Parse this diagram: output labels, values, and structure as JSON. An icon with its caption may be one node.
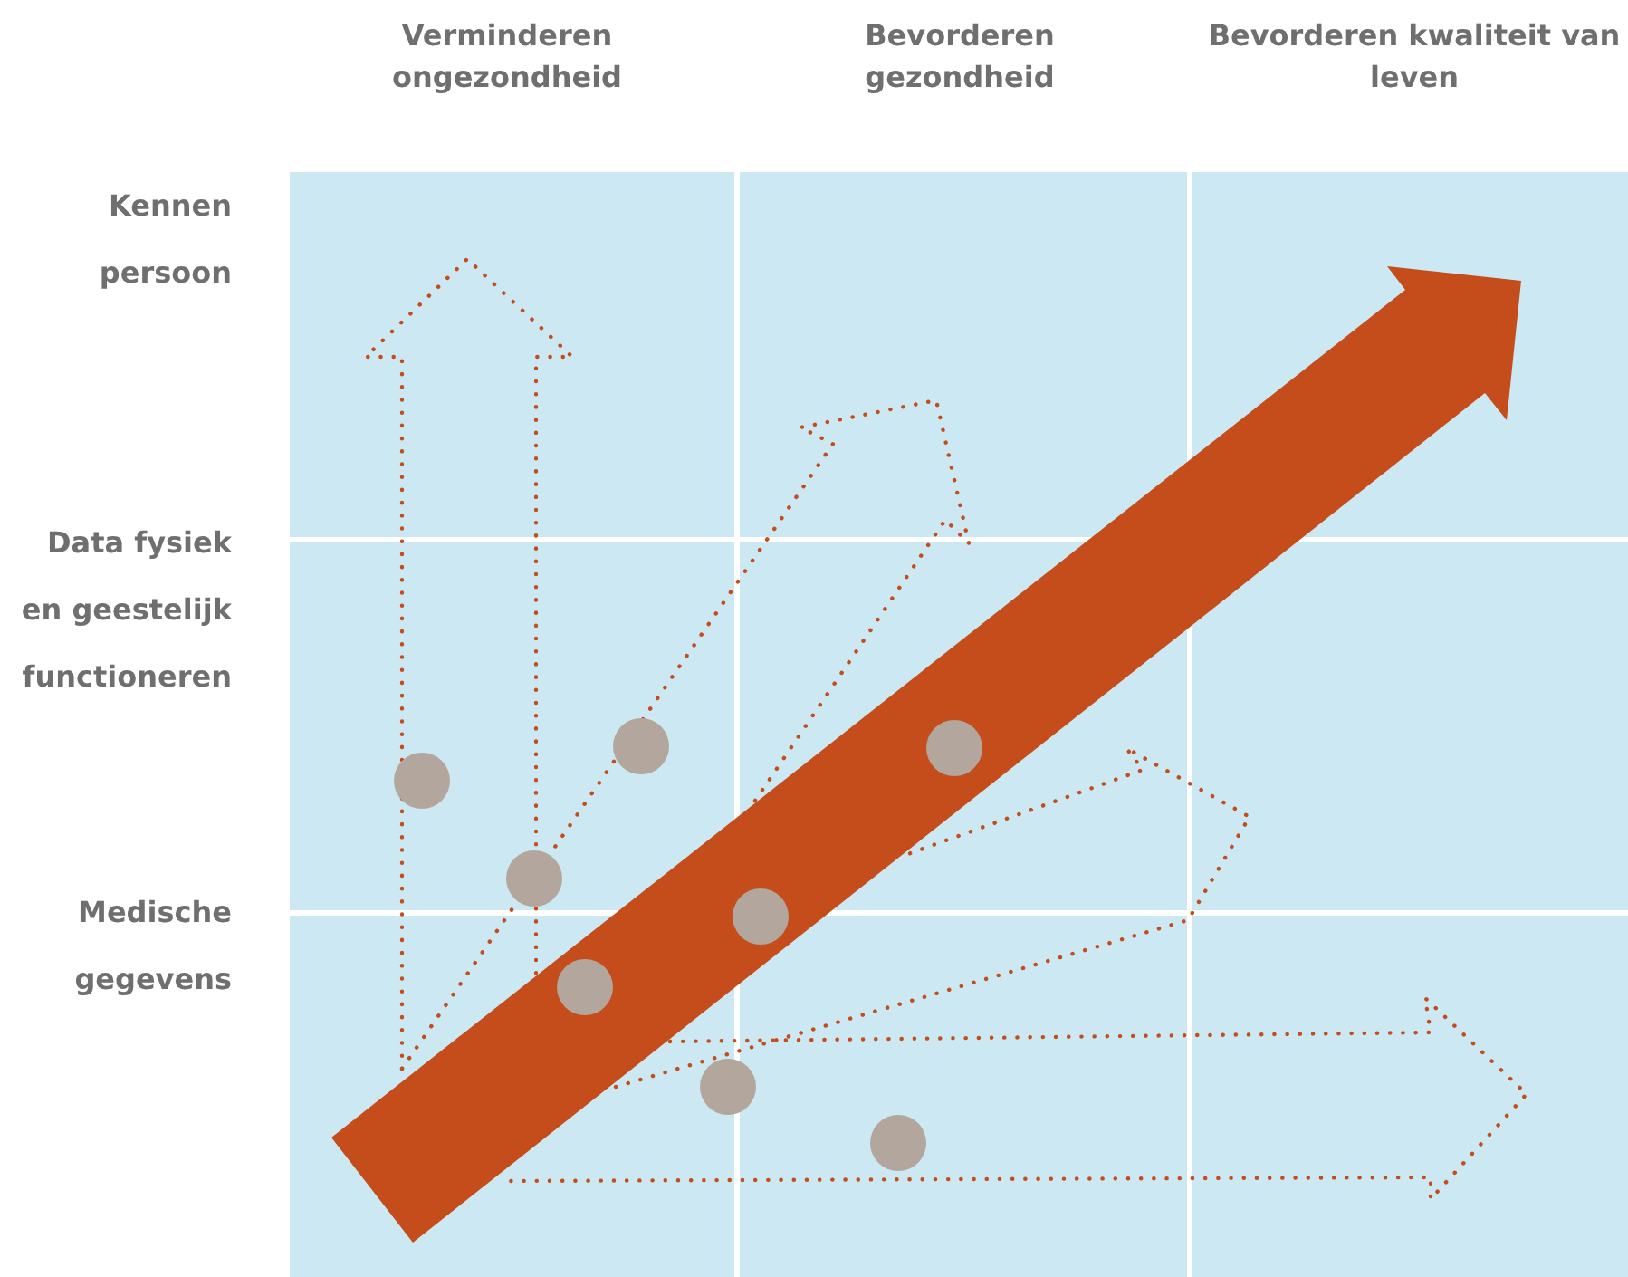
{
  "diagram": {
    "labels": [
      "Verminderen ongezondheid",
      "Bevorderen gezondheid",
      "Bevorderen kwaliteit van leven",
      "Kennen persoon",
      "Data fysiek en geestelijk functioneren",
      "Medische gegevens"
    ]
  }
}
